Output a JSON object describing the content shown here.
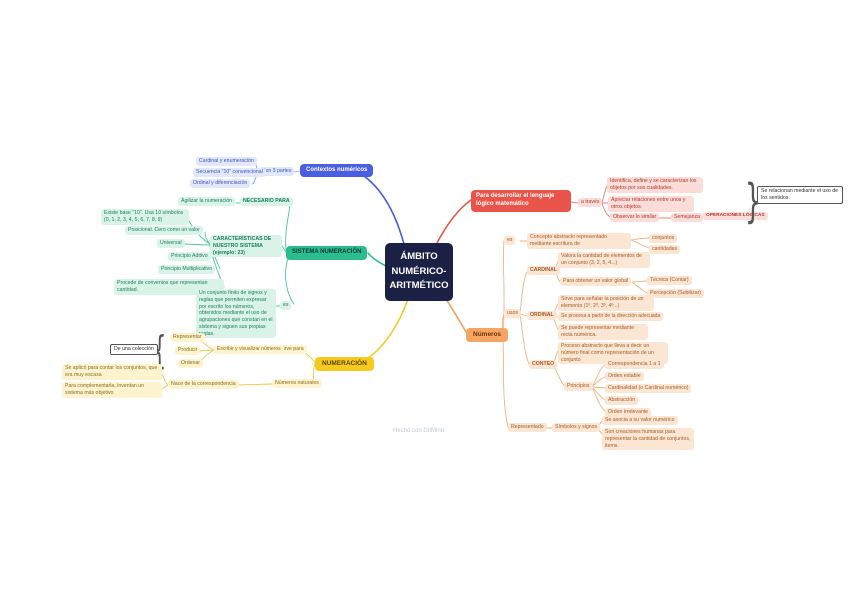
{
  "page": {
    "background": "#ffffff",
    "watermark": "Hecho con GitMind"
  },
  "center": {
    "title": "ÁMBITO NUMÉRICO-ARITMÉTICO",
    "color": "#1b2145"
  },
  "contextos": {
    "node": "Contextos numéricos",
    "color": "#4a5ee1",
    "connector": "Son 3 partes",
    "items": [
      "Cardinal y enumeración",
      "Secuencia \"10\" convencional",
      "Ordinal y diferenciación"
    ]
  },
  "sistema": {
    "node": "SISTEMA NUMERACIÓN",
    "color": "#2bbd8f",
    "necesario_para": "NECESARIO PARA",
    "agilizar": "Agilizar la numeración",
    "caracteristicas": "CARACTERÍSTICAS DE NUESTRO SISTEMA (ejemplo: 23)",
    "base": "Existe base \"10\". Usa 10 símbolos (0, 1, 2, 3, 4, 5, 6, 7, 8, 9)",
    "posicional": "Posicional. Cero como un valor",
    "universal": "Universal",
    "aditivo": "Principio Aditivo",
    "multiplicativo": "Principio Multiplicativo",
    "convenios": "Procede de convenios que representan cantidad.",
    "es": "es",
    "definicion": "Un conjunto finito de signos y reglas que permiten expresar por escrito los números, obtenidos mediante el uso de agrupaciones que constan en el sistema y siguen sus propias reglas."
  },
  "numeracion": {
    "node": "NUMERACIÓN",
    "color": "#f6c91f",
    "sirve_para": "Sirve para",
    "escribir": "Escribir y visualizar números",
    "acciones": [
      "Representar",
      "Producir",
      "Ordenar"
    ],
    "coleccion": "De una colección",
    "naturales": "Números naturales",
    "nace": "Nace de la correspondencia",
    "escasa": "Se aplicó para contar los conjuntos, que era muy escasa",
    "objetivo": "Para complementarla, inventan un sistema más objetivo"
  },
  "lenguaje": {
    "node": "Para desarrollar el lenguaje lógico matemático",
    "color": "#e8544a",
    "a_traves": "a través",
    "identifica": "Identifica, define y se caracterizan los objetos por sus cualidades.",
    "apreciar": "Apreciar relaciones entre unos y otros objetos.",
    "observar": "Observar lo similar",
    "semejanza": "Semejanza",
    "operaciones": "OPERACIONES LÓGICAS",
    "sentidos": "Se relacionan mediante el uso de los sentidos."
  },
  "numeros": {
    "node": "Números",
    "color": "#f5a461",
    "es": "es",
    "concepto": "Concepto abstracto representado mediante escritura de",
    "conjuntos": "conjuntos",
    "cantidades": "cantidades",
    "usos": "usos",
    "cardinal": {
      "node": "CARDINAL",
      "valora": "Valora la cantidad de elementos de un conjunto (3, 2, 5, 4...)",
      "global": "Para obtener un valor global",
      "tecnica": "Técnica (Contar)",
      "percepcion": "Percepción (Subitizar)"
    },
    "ordinal": {
      "node": "ORDINAL",
      "sirve": "Sirve para señalar la posición de un elemento (1º, 2º, 3º, 4º...)",
      "procesa": "Se procesa a partir de la dirección adecuada",
      "recta": "Se puede representar mediante recta numérica."
    },
    "conteo": {
      "node": "CONTEO",
      "proceso": "Proceso abstracto que lleva a decir un número final como representación de un conjunto",
      "principios": "Principios",
      "lista": [
        "Correspondencia 1 a 1",
        "Orden estable",
        "Cardinalidad (o Cardinal numérico)",
        "Abstracción",
        "Orden irrelevante"
      ]
    },
    "representado": {
      "node": "Representado",
      "simbolos": "Símbolos y signos",
      "valor": "Se asocia a su valor numérico",
      "creaciones": "Son creaciones humanas para representar la cantidad de conjuntos, items."
    }
  }
}
